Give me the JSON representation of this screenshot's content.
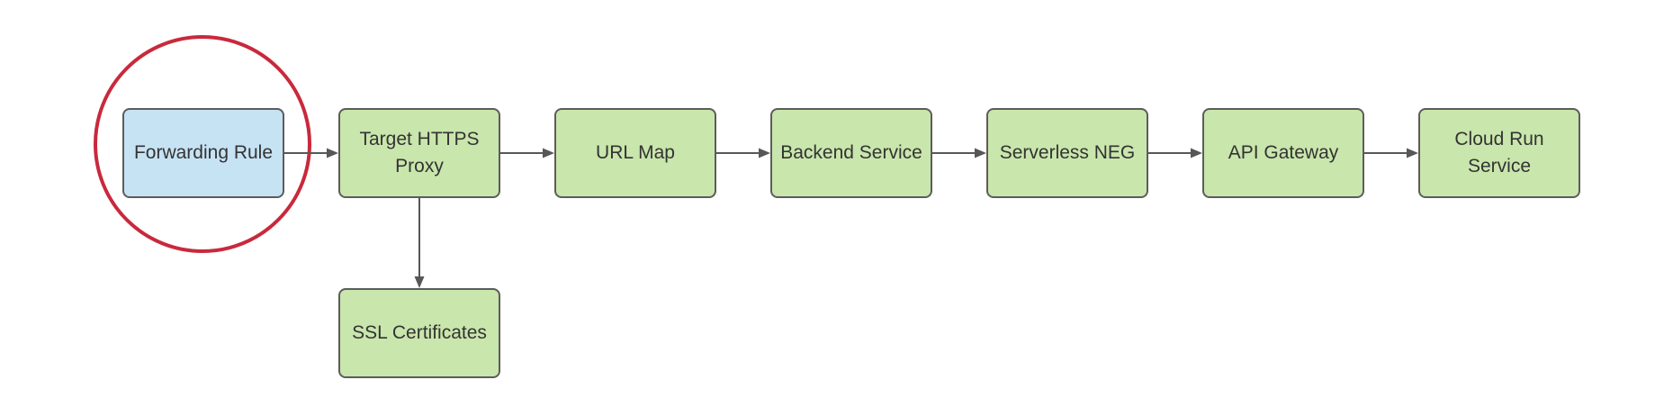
{
  "diagram": {
    "background_color": "#ffffff",
    "node_border_color": "#5c5c5c",
    "node_text_color": "#333333",
    "arrow_color": "#575757",
    "palette": {
      "green": "#c9e6ac",
      "blue": "#c6e3f4"
    },
    "highlight_circle": {
      "color": "#c9293c",
      "around": "forwarding-rule"
    },
    "nodes": [
      {
        "id": "forwarding-rule",
        "label": "Forwarding Rule",
        "fill": "blue"
      },
      {
        "id": "target-https-proxy",
        "label": "Target HTTPS\nProxy",
        "fill": "green"
      },
      {
        "id": "url-map",
        "label": "URL Map",
        "fill": "green"
      },
      {
        "id": "backend-service",
        "label": "Backend Service",
        "fill": "green"
      },
      {
        "id": "serverless-neg",
        "label": "Serverless NEG",
        "fill": "green"
      },
      {
        "id": "api-gateway",
        "label": "API Gateway",
        "fill": "green"
      },
      {
        "id": "cloud-run-service",
        "label": "Cloud Run\nService",
        "fill": "green"
      },
      {
        "id": "ssl-certificates",
        "label": "SSL Certificates",
        "fill": "green"
      }
    ],
    "edges": [
      {
        "from": "forwarding-rule",
        "to": "target-https-proxy"
      },
      {
        "from": "target-https-proxy",
        "to": "url-map"
      },
      {
        "from": "url-map",
        "to": "backend-service"
      },
      {
        "from": "backend-service",
        "to": "serverless-neg"
      },
      {
        "from": "serverless-neg",
        "to": "api-gateway"
      },
      {
        "from": "api-gateway",
        "to": "cloud-run-service"
      },
      {
        "from": "target-https-proxy",
        "to": "ssl-certificates"
      }
    ]
  }
}
